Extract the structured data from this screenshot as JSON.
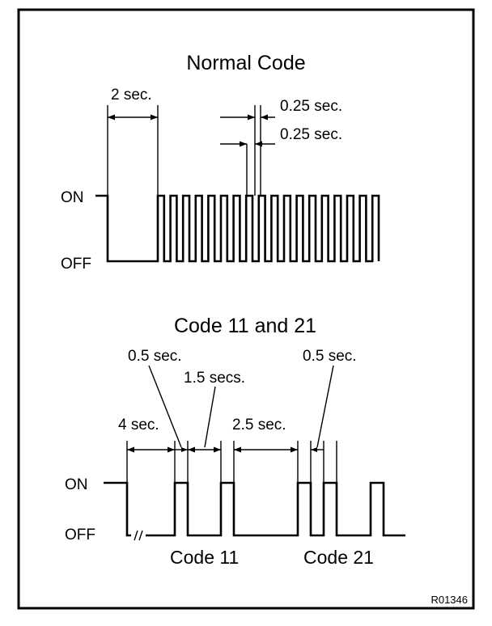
{
  "normal": {
    "title": "Normal Code",
    "interval_2": "2 sec.",
    "pulse_on": "0.25 sec.",
    "pulse_off": "0.25 sec.",
    "on": "ON",
    "off": "OFF"
  },
  "code": {
    "title": "Code 11 and 21",
    "pulse_05_a": "0.5 sec.",
    "gap_15": "1.5 secs.",
    "pulse_05_b": "0.5 sec.",
    "start_4": "4 sec.",
    "gap_25": "2.5 sec.",
    "on": "ON",
    "off": "OFF",
    "code11": "Code 11",
    "code21": "Code 21"
  },
  "ref": "R01346"
}
